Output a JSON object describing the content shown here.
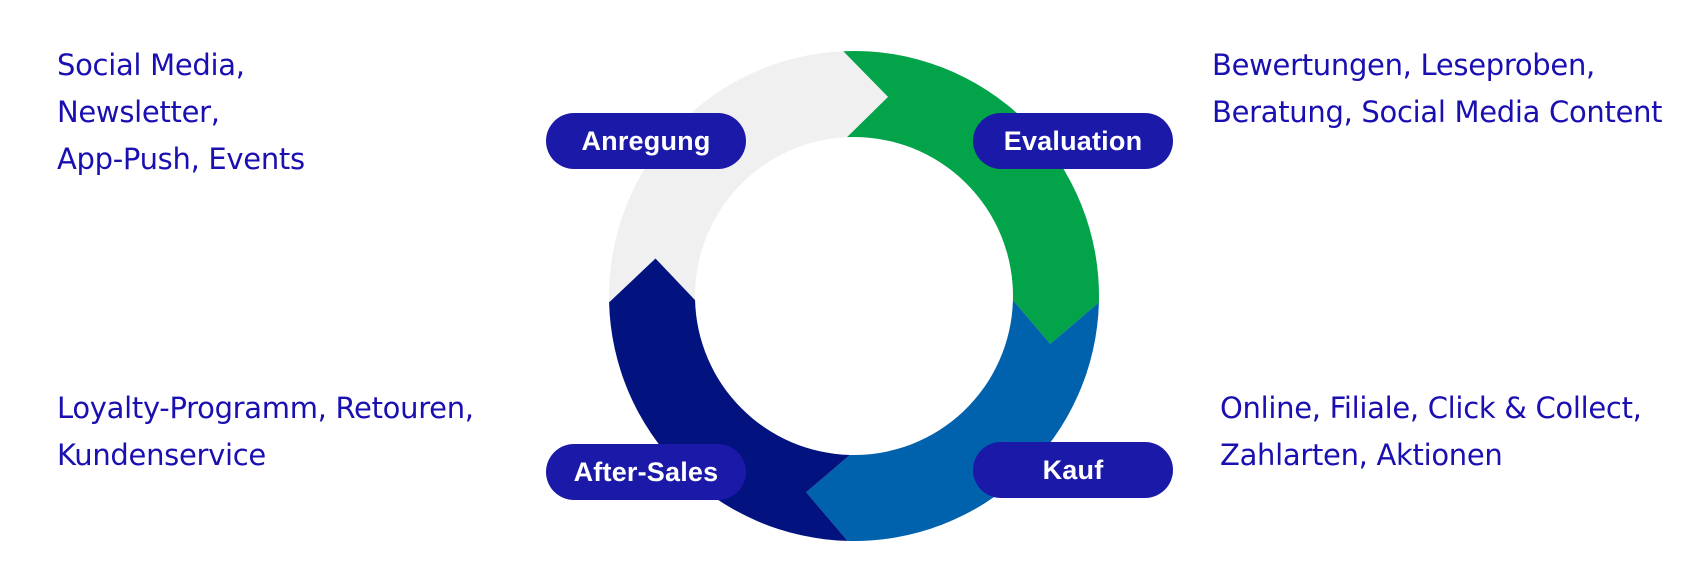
{
  "diagram": {
    "type": "customer-journey-cycle",
    "direction": "clockwise",
    "colors": {
      "anregung": "#f0f0f1",
      "evaluation": "#03a34a",
      "kauf": "#0061ad",
      "after_sales": "#02127e",
      "pill_background": "#1b19a8",
      "pill_text": "#ffffff",
      "description_text": "#1a0fb0"
    },
    "stages": [
      {
        "id": "anregung",
        "label": "Anregung",
        "position": "top-left",
        "description_lines": [
          "Social Media,",
          "Newsletter,",
          "App-Push, Events"
        ]
      },
      {
        "id": "evaluation",
        "label": "Evaluation",
        "position": "top-right",
        "description_lines": [
          "Bewertungen, Leseproben,",
          "Beratung, Social Media Content"
        ]
      },
      {
        "id": "kauf",
        "label": "Kauf",
        "position": "bottom-right",
        "description_lines": [
          "Online, Filiale, Click & Collect,",
          "Zahlarten, Aktionen"
        ]
      },
      {
        "id": "after_sales",
        "label": "After-Sales",
        "position": "bottom-left",
        "description_lines": [
          "Loyalty-Programm, Retouren,",
          "Kundenservice"
        ]
      }
    ]
  }
}
